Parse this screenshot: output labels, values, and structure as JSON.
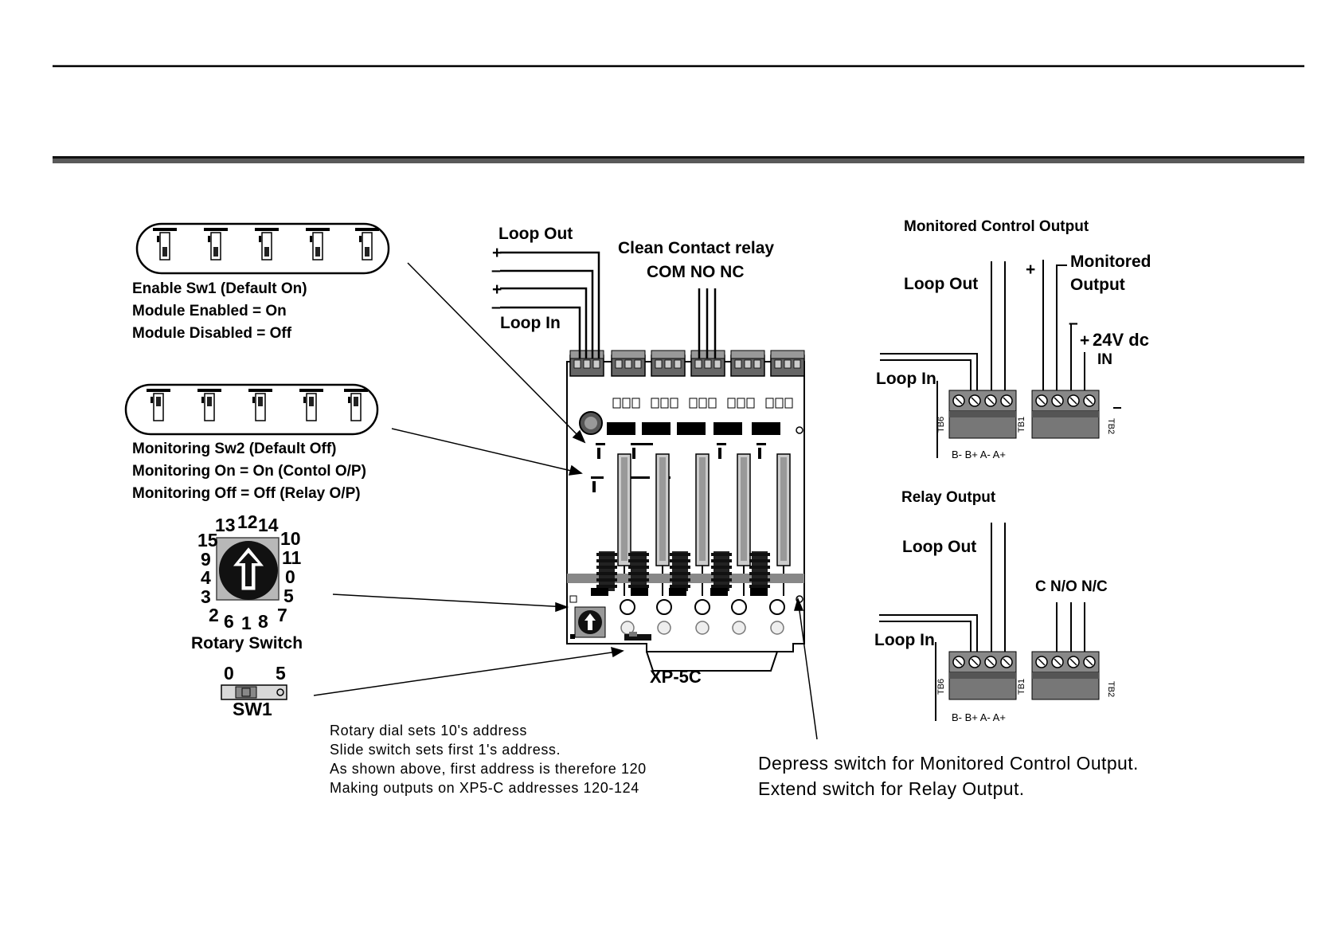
{
  "enable_switch": {
    "title": "Enable Sw1 (Default On)",
    "line2": "Module Enabled = On",
    "line3": "Module Disabled = Off"
  },
  "monitoring_switch": {
    "title": "Monitoring Sw2 (Default Off)",
    "line2": "Monitoring On = On (Contol O/P)",
    "line3": "Monitoring Off = Off (Relay O/P)"
  },
  "rotary": {
    "numbers": [
      "13",
      "12",
      "14",
      "15",
      "10",
      "9",
      "11",
      "4",
      "0",
      "3",
      "5",
      "2",
      "6",
      "1",
      "8",
      "7"
    ],
    "label": "Rotary Switch"
  },
  "slide_switch": {
    "pos0": "0",
    "pos5": "5",
    "label": "SW1"
  },
  "board": {
    "loop_out": "Loop Out",
    "loop_in": "Loop In",
    "plus": "+",
    "minus": "–",
    "relay_title": "Clean Contact relay",
    "relay_terms": "COM NO NC",
    "name": "XP-5C"
  },
  "address_notes": [
    "Rotary dial sets 10's address",
    "Slide switch sets first 1's address.",
    "As shown above, first address is therefore 120",
    "Making outputs on XP5-C addresses 120-124"
  ],
  "depress_notes": [
    "Depress switch for Monitored Control Output.",
    "Extend switch for Relay Output."
  ],
  "monitored_section": {
    "title": "Monitored Control Output",
    "loop_out": "Loop Out",
    "loop_in": "Loop In",
    "plus": "+",
    "monitored_1": "Monitored",
    "monitored_2": "Output",
    "minus": "–",
    "supply_plus": "+",
    "supply": "24V dc",
    "supply_in": "IN",
    "tb6": "TB6",
    "tb1": "TB1",
    "tb_right": "TB2",
    "terminals": "B- B+ A- A+"
  },
  "relay_section": {
    "title": "Relay Output",
    "loop_out": "Loop Out",
    "loop_in": "Loop In",
    "contacts": "C N/O N/C",
    "tb6": "TB6",
    "tb1": "TB1",
    "tb_right": "TB2",
    "terminals": "B- B+ A- A+"
  }
}
